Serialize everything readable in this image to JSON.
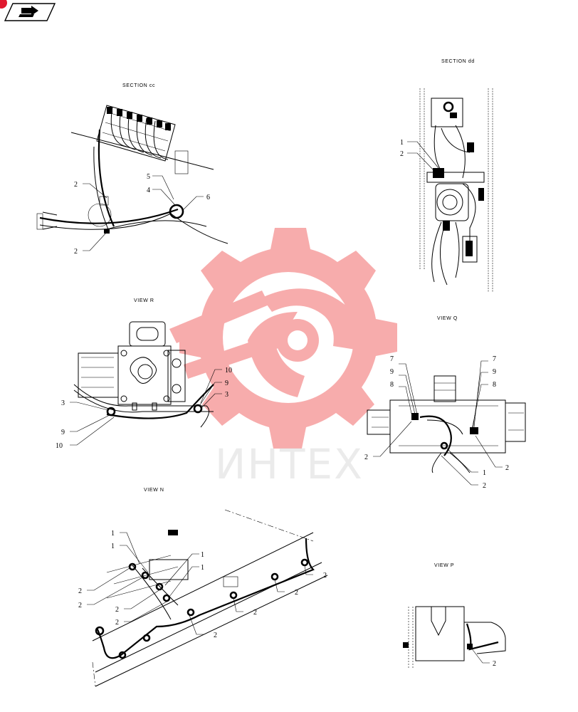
{
  "nav": {
    "icon": "next-page-arrow-icon"
  },
  "watermark": {
    "text": "ИНТЕХ",
    "gear_color": "#f26a6a",
    "text_color": "#bdbdbd"
  },
  "views": {
    "section_cc": {
      "title": "SECTION cc",
      "callouts": [
        "2",
        "5",
        "4",
        "6",
        "2"
      ]
    },
    "section_dd": {
      "title": "SECTION dd",
      "callouts": [
        "1",
        "2"
      ]
    },
    "view_r": {
      "title": "VIEW R",
      "callouts": [
        "10",
        "9",
        "3",
        "3",
        "9",
        "10"
      ]
    },
    "view_q": {
      "title": "VIEW Q",
      "callouts": [
        "7",
        "9",
        "8",
        "7",
        "9",
        "8",
        "2",
        "1",
        "2",
        "2"
      ]
    },
    "view_n": {
      "title": "VIEW N",
      "callouts": [
        "1",
        "1",
        "1",
        "1",
        "2",
        "2",
        "2",
        "2",
        "2",
        "2",
        "2",
        "2"
      ]
    },
    "view_p": {
      "title": "VIEW P",
      "callouts": [
        "2"
      ]
    }
  }
}
